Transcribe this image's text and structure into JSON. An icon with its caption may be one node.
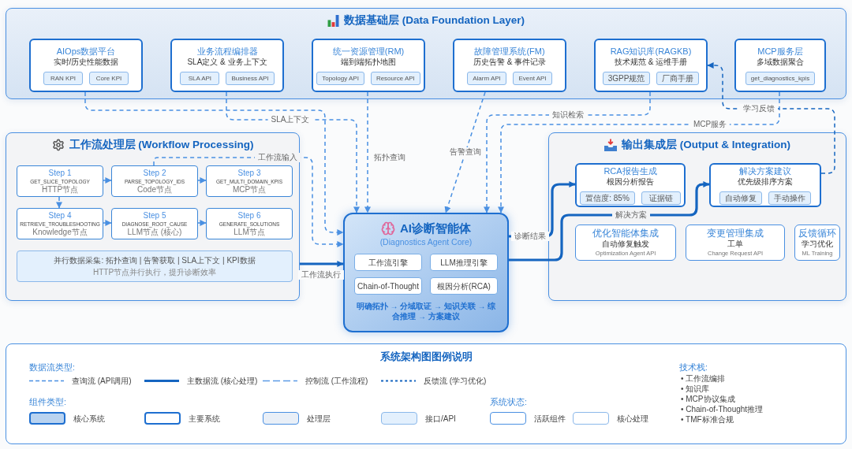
{
  "diagram": {
    "nodes": [
      {
        "text": [
          "数据基础层 (Data Foundation Layer)"
        ]
      },
      {
        "text": [
          "AIOps数据平台",
          "实时/历史性能数据"
        ],
        "in": 0
      },
      {
        "text": [
          "RAN KPI"
        ],
        "in": 1
      },
      {
        "text": [
          "Core KPI"
        ],
        "in": 1
      },
      {
        "text": [
          "业务流程编排器",
          "SLA定义 & 业务上下文"
        ],
        "in": 0
      },
      {
        "text": [
          "SLA API"
        ],
        "in": 4
      },
      {
        "text": [
          "Business API"
        ],
        "in": 4
      },
      {
        "text": [
          "统一资源管理(RM)",
          "端到端拓扑地图"
        ],
        "in": 0
      },
      {
        "text": [
          "Topology API"
        ],
        "in": 7
      },
      {
        "text": [
          "Resource API"
        ],
        "in": 7
      },
      {
        "text": [
          "故障管理系统(FM)",
          "历史告警 & 事件记录"
        ],
        "in": 0
      },
      {
        "text": [
          "Alarm API"
        ],
        "in": 10
      },
      {
        "text": [
          "Event API"
        ],
        "in": 10
      },
      {
        "text": [
          "RAG知识库(RAGKB)",
          "技术规范 & 运维手册"
        ],
        "in": 0
      },
      {
        "text": [
          "3GPP规范"
        ],
        "in": 13
      },
      {
        "text": [
          "厂商手册"
        ],
        "in": 13
      },
      {
        "text": [
          "MCP服务层",
          "多域数据聚合"
        ],
        "in": 0
      },
      {
        "text": [
          "get_diagnostics_kpis"
        ],
        "in": 16
      },
      {
        "text": [
          "工作流处理层 (Workflow Processing)"
        ]
      },
      {
        "text": [
          "Step 1",
          "GET_SLICE_TOPOLOGY",
          "HTTP节点"
        ],
        "in": 18
      },
      {
        "text": [
          "Step 2",
          "PARSE_TOPOLOGY_IDS",
          "Code节点"
        ],
        "in": 18
      },
      {
        "text": [
          "Step 3",
          "GET_MULTI_DOMAIN_KPIS",
          "MCP节点"
        ],
        "in": 18
      },
      {
        "text": [
          "Step 4",
          "RETRIEVE_TROUBLESHOOTING",
          "Knowledge节点"
        ],
        "in": 18
      },
      {
        "text": [
          "Step 5",
          "DIAGNOSE_ROOT_CAUSE",
          "LLM节点 (核心)"
        ],
        "in": 18
      },
      {
        "text": [
          "Step 6",
          "GENERATE_SOLUTIONS",
          "LLM节点"
        ],
        "in": 18
      },
      {
        "text": [
          "并行数据采集: 拓扑查询 | 告警获取 | SLA上下文 | KPI数据",
          "HTTP节点并行执行，提升诊断效率"
        ],
        "in": 18
      },
      {
        "text": [
          "AI诊断智能体",
          "(Diagnostics Agent Core)",
          "明确拓扑 → 分域取证 → 知识关联 → 综合推理 → 方案建议"
        ]
      },
      {
        "text": [
          "工作流引擎"
        ],
        "in": 26
      },
      {
        "text": [
          "LLM推理引擎"
        ],
        "in": 26
      },
      {
        "text": [
          "Chain-of-Thought"
        ],
        "in": 26
      },
      {
        "text": [
          "根因分析(RCA)"
        ],
        "in": 26
      },
      {
        "text": [
          "输出集成层 (Output & Integration)"
        ]
      },
      {
        "text": [
          "RCA报告生成",
          "根因分析报告"
        ],
        "in": 31
      },
      {
        "text": [
          "置信度: 85%"
        ],
        "in": 32
      },
      {
        "text": [
          "证据链"
        ],
        "in": 32
      },
      {
        "text": [
          "解决方案建议",
          "优先级排序方案"
        ],
        "in": 31
      },
      {
        "text": [
          "自动修复"
        ],
        "in": 35
      },
      {
        "text": [
          "手动操作"
        ],
        "in": 35
      },
      {
        "text": [
          "优化智能体集成",
          "自动修复触发",
          "Optimization Agent API"
        ],
        "in": 31
      },
      {
        "text": [
          "变更管理集成",
          "工单",
          "Change Request API"
        ],
        "in": 31
      },
      {
        "text": [
          "反馈循环",
          "学习优化",
          "ML Training"
        ],
        "in": 31
      }
    ],
    "edges": [
      {
        "from": 19,
        "to": 20,
        "arrow": "to",
        "style": "dashed"
      },
      {
        "from": 20,
        "to": 21,
        "arrow": "to",
        "style": "dashed"
      },
      {
        "from": 19,
        "to": 22,
        "arrow": "to",
        "style": "dashed"
      },
      {
        "from": 22,
        "to": 23,
        "arrow": "to",
        "style": "dashed"
      },
      {
        "from": 23,
        "to": 24,
        "arrow": "to",
        "style": "dashed"
      },
      {
        "from": 1,
        "to": 26,
        "arrow": "to",
        "style": "dashed"
      },
      {
        "from": 4,
        "to": 26,
        "arrow": "to",
        "style": "dashed",
        "label": "SLA上下文"
      },
      {
        "from": 20,
        "to": 26,
        "arrow": "to",
        "style": "dashed",
        "label": "工作流输入"
      },
      {
        "from": 18,
        "to": 26,
        "arrow": "to",
        "style": "thick",
        "color": "#1565c0",
        "label": "工作流执行"
      },
      {
        "from": 7,
        "to": 26,
        "arrow": "to",
        "style": "dashed",
        "label": "拓扑查询"
      },
      {
        "from": 10,
        "to": 26,
        "arrow": "to",
        "style": "dashed",
        "label": "告警查询"
      },
      {
        "from": 13,
        "to": 26,
        "arrow": "to",
        "style": "dashed",
        "label": "知识检索"
      },
      {
        "from": 16,
        "to": 26,
        "arrow": "to",
        "style": "dashed",
        "label": "MCP服务"
      },
      {
        "from": 26,
        "to": 32,
        "arrow": "to",
        "style": "thick",
        "color": "#1565c0",
        "label": "诊断结果"
      },
      {
        "from": 26,
        "to": 35,
        "arrow": "to",
        "style": "thick",
        "color": "#1565c0",
        "label": "解决方案"
      },
      {
        "from": 35,
        "to": 13,
        "arrow": "to",
        "style": "dashed",
        "color": "#1565c0",
        "label": "学习反馈"
      }
    ],
    "labels": [
      "系统架构图图例说明",
      "数据流类型:",
      "技术栈:",
      "• 工作流编排",
      "• 知识库",
      "• MCP协议集成",
      "• Chain-of-Thought推理",
      "• TMF标准合规",
      "组件类型:",
      "系统状态:"
    ],
    "legend": [
      {
        "text": "查询流 (API调用)"
      },
      {
        "text": "主数据流 (核心处理)"
      },
      {
        "text": "控制流 (工作流程)"
      },
      {
        "text": "反馈流 (学习优化)"
      },
      {
        "text": "核心系统",
        "color": "#b9d3f0"
      },
      {
        "text": "主要系统",
        "color": "#ffffff"
      },
      {
        "text": "处理层",
        "color": "#e9eff7"
      },
      {
        "text": "接口/API",
        "color": "#e3f0fd"
      },
      {
        "text": "活跃组件",
        "color": "#ffffff"
      },
      {
        "text": "核心处理",
        "color": "#ffffff"
      }
    ]
  }
}
